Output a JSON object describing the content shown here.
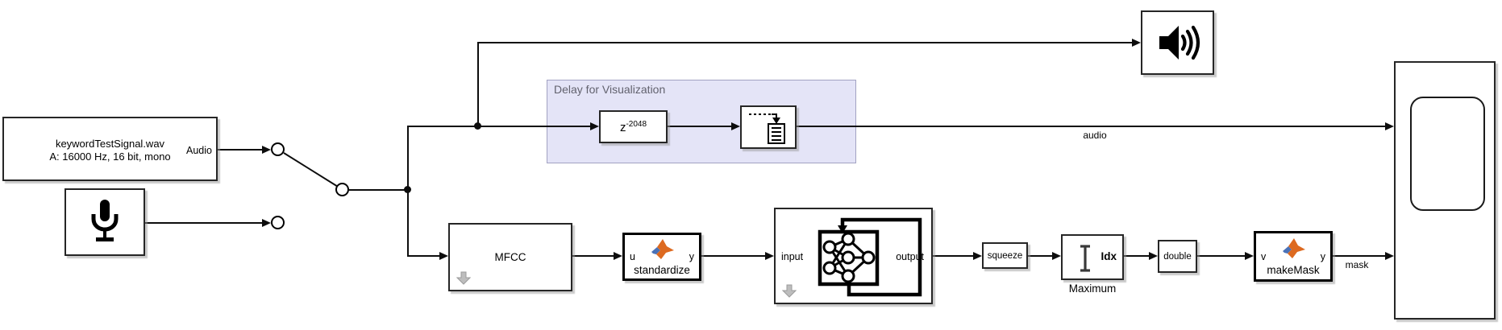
{
  "area": {
    "title": "Delay for Visualization"
  },
  "blocks": {
    "source": {
      "line1": "keywordTestSignal.wav",
      "line2": "A: 16000 Hz, 16 bit, mono",
      "out_port": "Audio"
    },
    "delay": {
      "base": "z",
      "exp": "-2048"
    },
    "mfcc": {
      "label": "MFCC"
    },
    "standardize": {
      "in_port": "u",
      "out_port": "y",
      "label": "standardize"
    },
    "network": {
      "in_port": "input",
      "out_port": "output"
    },
    "squeeze": {
      "label": "squeeze"
    },
    "maximum": {
      "idx_port": "Idx",
      "caption": "Maximum"
    },
    "double_cast": {
      "label": "double"
    },
    "makemask": {
      "in_port": "v",
      "out_port": "y",
      "label": "makeMask"
    }
  },
  "signals": {
    "audio_label": "audio",
    "mask_label": "mask"
  },
  "icons": {
    "microphone-icon": "mic shape",
    "speaker-icon": "speaker with sound waves",
    "record-icon": "dashed signal arrow into document",
    "neural-network-icon": "recurrent network graph",
    "i-beam-icon": "I-beam max glyph",
    "matlab-logo-icon": "matlab membrane",
    "arrow-down-badge-icon": "gray down arrow badge",
    "arrowhead-icon": "filled right triangle"
  },
  "colors": {
    "area_fill": "#e4e4f7",
    "area_border": "#a2a2c2",
    "area_title": "#62626e",
    "line": "#0d0d0d",
    "block_border": "#262626",
    "matlab_orange": "#dd6a20",
    "matlab_blue": "#4a72b8",
    "badge": "#bdbdbd"
  }
}
